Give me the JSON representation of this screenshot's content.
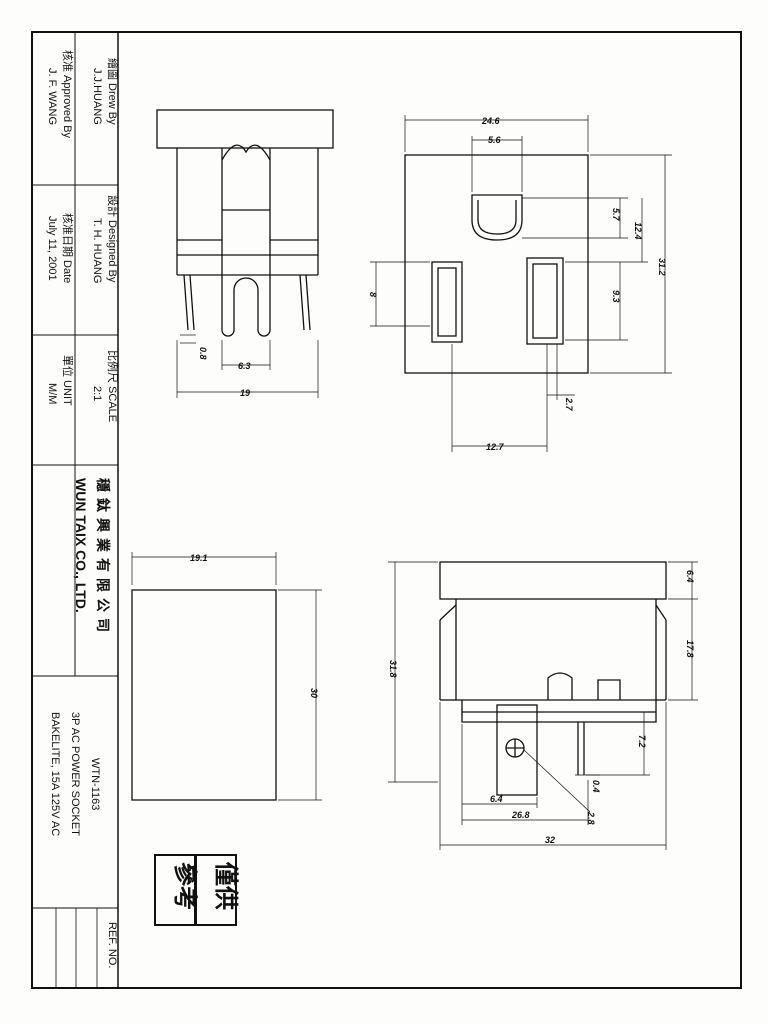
{
  "title_block": {
    "drew_by_label": "繪圖 Drew By",
    "drew_by_value": "J.J.HUANG",
    "approved_by_label": "核准 Approved By",
    "approved_by_value": "J. F. WANG",
    "designed_by_label": "設計 Designed By",
    "designed_by_value": "T. H. HUANG",
    "date_label": "核准日期 Date",
    "date_value": "July 11, 2001",
    "scale_label": "比例尺 SCALE",
    "scale_value": "2:1",
    "unit_label": "單位 UNIT",
    "unit_value": "M/M",
    "company_cn": "穩鈦興業有限公司",
    "company_en": "WUN TAIX CO., LTD.",
    "part_no": "WTN-1163",
    "description_1": "3P AC POWER SOCKET",
    "description_2": "BAKELITE, 15A 125V AC",
    "ref_label": "REF. NO."
  },
  "stamp": {
    "line1": "僅供",
    "line2": "參考"
  },
  "dimensions": {
    "top_left": {
      "d1": "0.8",
      "d2": "6.3",
      "d3": "19"
    },
    "top_right": {
      "d1": "24.6",
      "d2": "5.6",
      "d3": "5.7",
      "d4": "12.4",
      "d5": "31.2",
      "d6": "8",
      "d7": "9.3",
      "d8": "2.7",
      "d9": "12.7"
    },
    "bottom_left": {
      "d1": "19.1",
      "d2": "30"
    },
    "bottom_right": {
      "d1": "6.4",
      "d2": "17.8",
      "d3": "31.8",
      "d4": "7.2",
      "d5": "0.4",
      "d6": "2.8",
      "d7": "6.4",
      "d8": "26.8",
      "d9": "32"
    }
  }
}
